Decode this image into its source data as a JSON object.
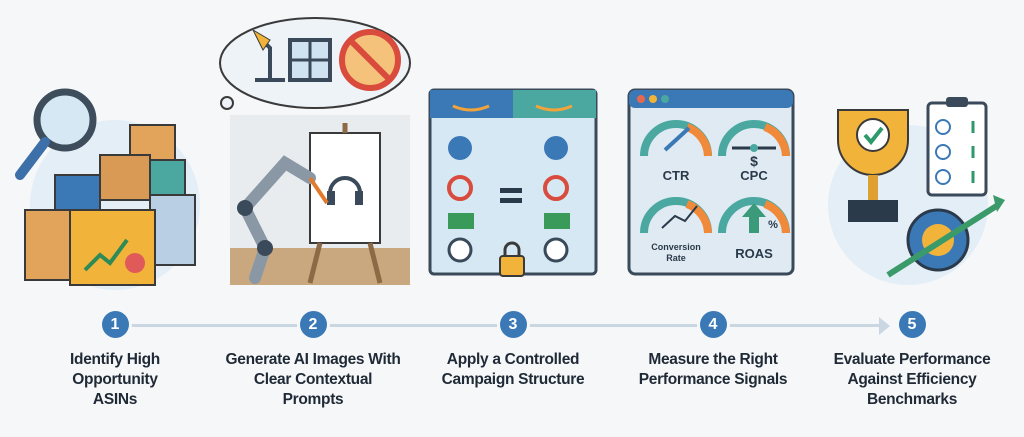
{
  "steps": [
    {
      "number": "1",
      "label": "Identify High Opportunity ASINs"
    },
    {
      "number": "2",
      "label": "Generate AI Images With Clear Contextual Prompts"
    },
    {
      "number": "3",
      "label": "Apply a Controlled Campaign Structure"
    },
    {
      "number": "4",
      "label": "Measure the Right Performance Signals"
    },
    {
      "number": "5",
      "label": "Evaluate Performance Against Efficiency Benchmarks"
    }
  ],
  "metrics": {
    "ctr": "CTR",
    "cpc": "CPC",
    "conversion_rate_1": "Conversion",
    "conversion_rate_2": "Rate",
    "roas": "ROAS",
    "dollar": "$",
    "percent": "%"
  },
  "icons": [
    "magnifier-boxes",
    "thought-bubble-robot-easel",
    "split-test-window",
    "dashboard-gauges",
    "trophy-checklist"
  ],
  "colors": {
    "accent": "#3b79b6",
    "line": "#c9d7e3",
    "text": "#1f2a36"
  }
}
